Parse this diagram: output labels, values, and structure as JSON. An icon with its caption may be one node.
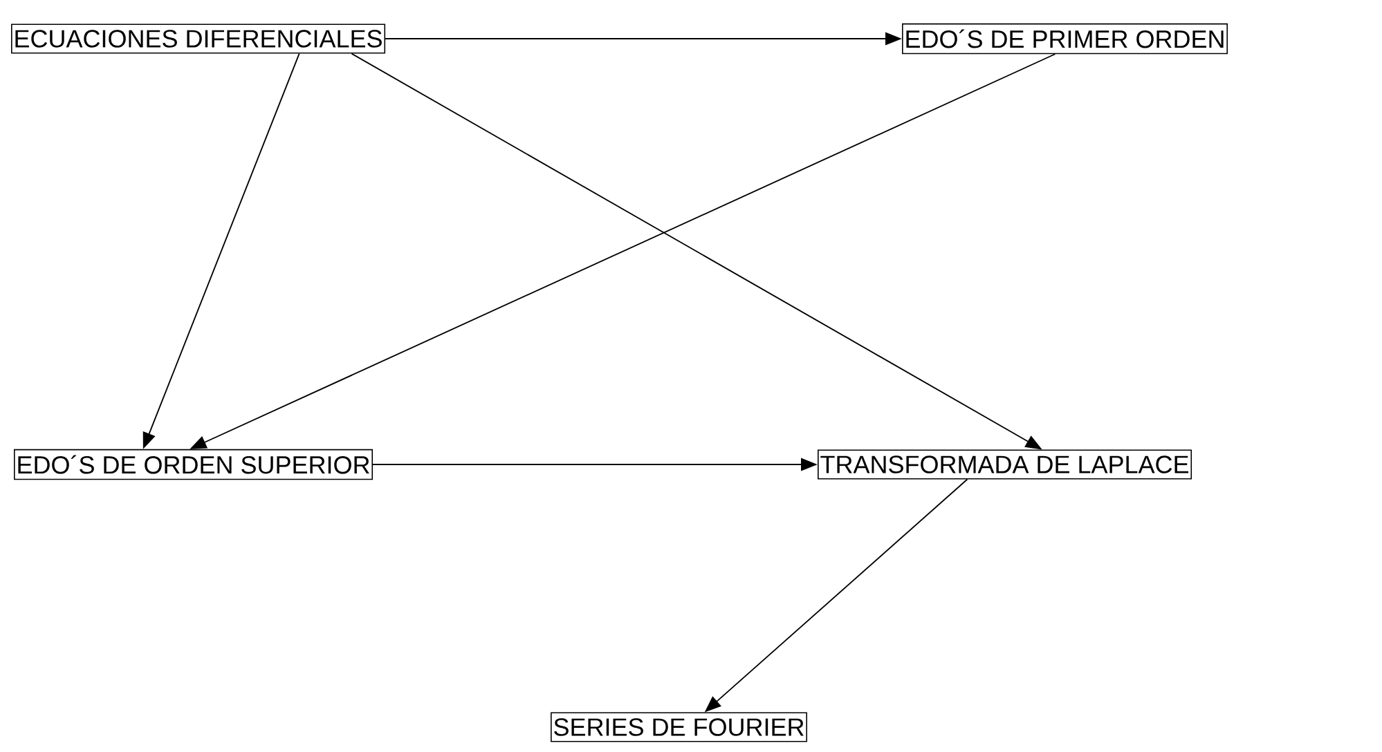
{
  "diagram": {
    "nodes": [
      {
        "text": [
          "ECUACIONES DIFERENCIALES"
        ]
      },
      {
        "text": [
          "EDO´S DE PRIMER ORDEN"
        ]
      },
      {
        "text": [
          "EDO´S DE ORDEN SUPERIOR"
        ]
      },
      {
        "text": [
          "TRANSFORMADA DE LAPLACE"
        ]
      },
      {
        "text": [
          "SERIES DE FOURIER"
        ]
      }
    ],
    "edges": [
      {
        "from": 0,
        "to": 1,
        "arrow": "to"
      },
      {
        "from": 0,
        "to": 2,
        "arrow": "to"
      },
      {
        "from": 0,
        "to": 3,
        "arrow": "to"
      },
      {
        "from": 1,
        "to": 2,
        "arrow": "to"
      },
      {
        "from": 2,
        "to": 3,
        "arrow": "to"
      },
      {
        "from": 3,
        "to": 4,
        "arrow": "to"
      }
    ]
  }
}
